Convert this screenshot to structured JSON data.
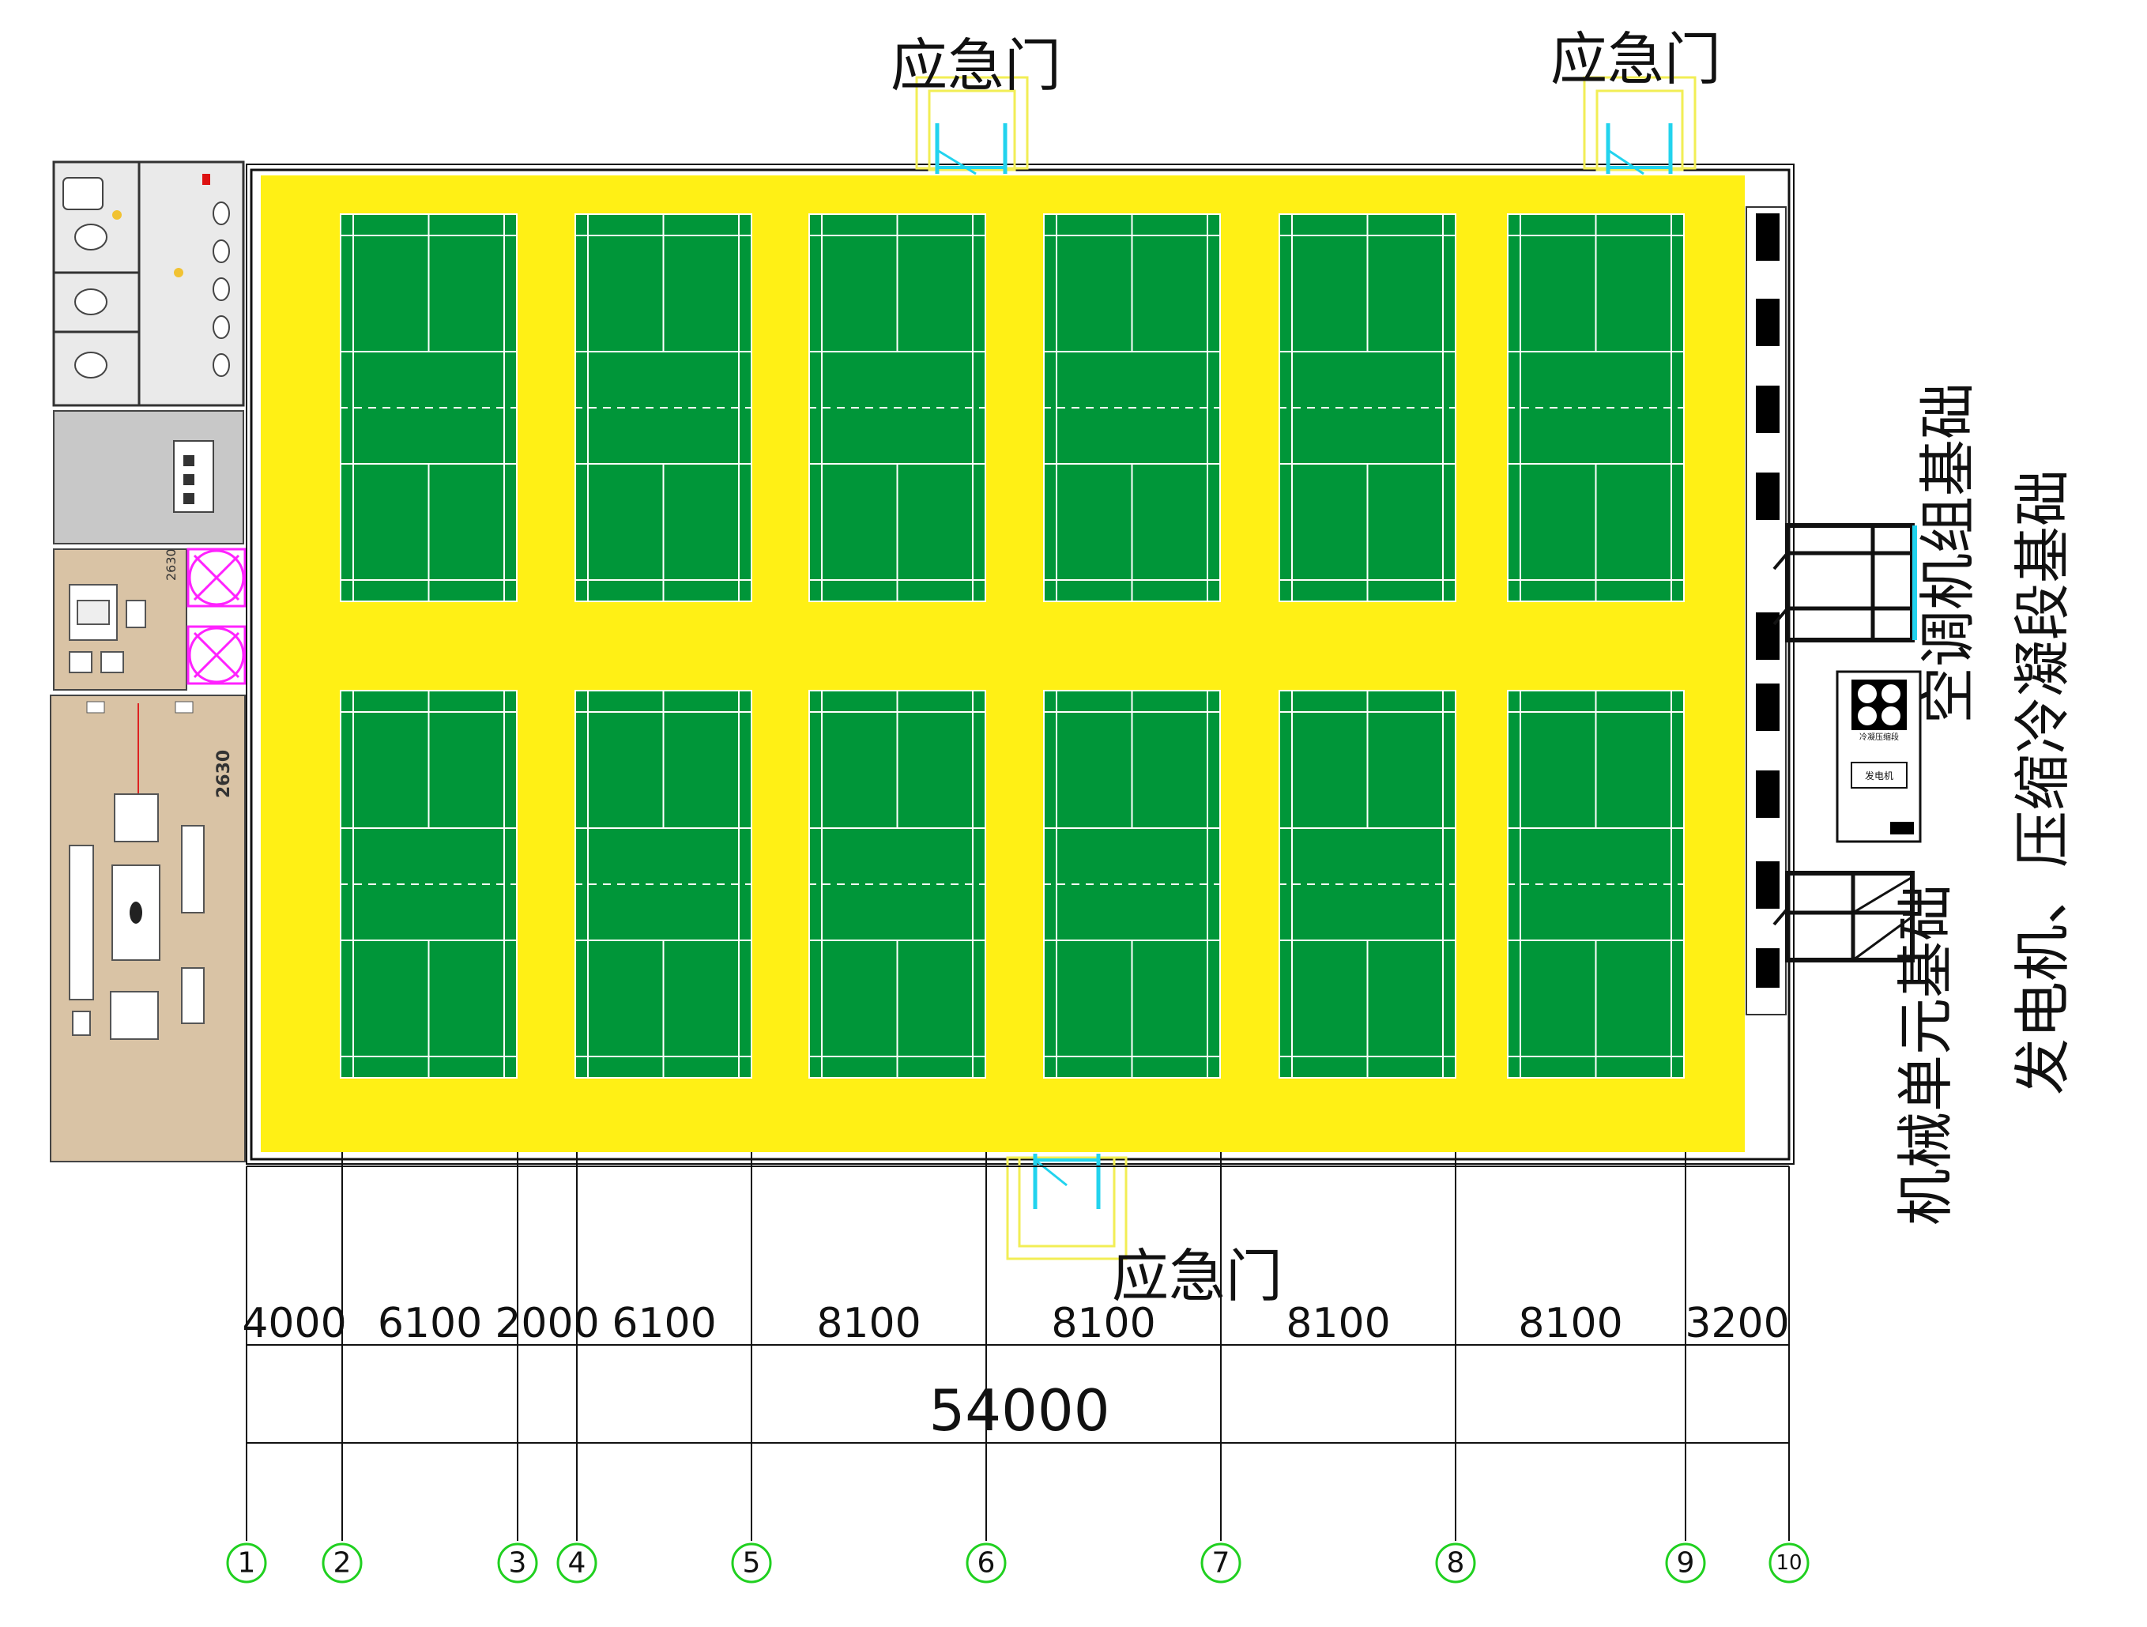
{
  "labels": {
    "emergency_door_top_left": "应急门",
    "emergency_door_top_right": "应急门",
    "emergency_door_bottom": "应急门",
    "hvac_foundation": "空调机组基础",
    "mechanical_unit_foundation": "机械单元基础",
    "generator_foundation": "发电机、压缩冷凝段基础",
    "equipment_compressor": "冷凝压缩段",
    "equipment_generator": "发电机",
    "lounge_width": "2630",
    "lounge_width_small": "2630"
  },
  "dimensions": {
    "segments": [
      "4000",
      "6100",
      "2000",
      "6100",
      "8100",
      "8100",
      "8100",
      "8100",
      "3200"
    ],
    "total": "54000"
  },
  "axes": [
    "1",
    "2",
    "3",
    "4",
    "5",
    "6",
    "7",
    "8",
    "9",
    "10"
  ],
  "court_count": 12,
  "colors": {
    "floor": "#FFF015",
    "court": "#009639",
    "court_line": "#FFFFFF",
    "axis_circle": "#20D020",
    "door": "#22D3EE",
    "door_frame": "#F2EE55",
    "structure": "#111111",
    "lounge_floor": "#D9C3A5",
    "service_floor": "#C8C8C8",
    "pivot_door": "#FF22FF"
  }
}
